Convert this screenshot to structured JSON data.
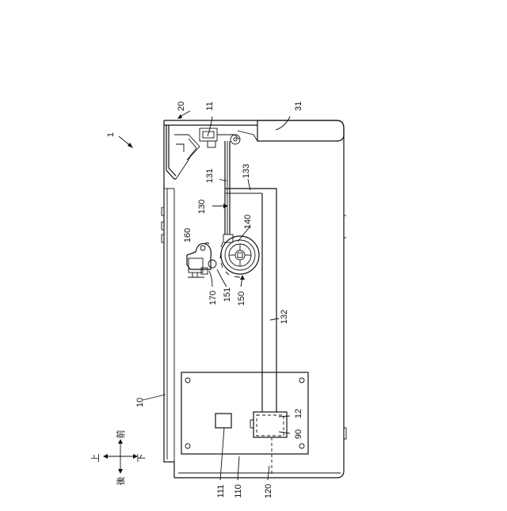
{
  "labels": {
    "l1": "1",
    "l10": "10",
    "l11": "11",
    "l12": "12",
    "l20": "20",
    "l31": "31",
    "l90": "90",
    "l110": "110",
    "l111": "111",
    "l120": "120",
    "l130": "130",
    "l131": "131",
    "l132": "132",
    "l133": "133",
    "l140": "140",
    "l150": "150",
    "l151": "151",
    "l160": "160",
    "l170": "170"
  },
  "compass": {
    "up": "上",
    "down": "下",
    "front": "前",
    "back": "後"
  }
}
